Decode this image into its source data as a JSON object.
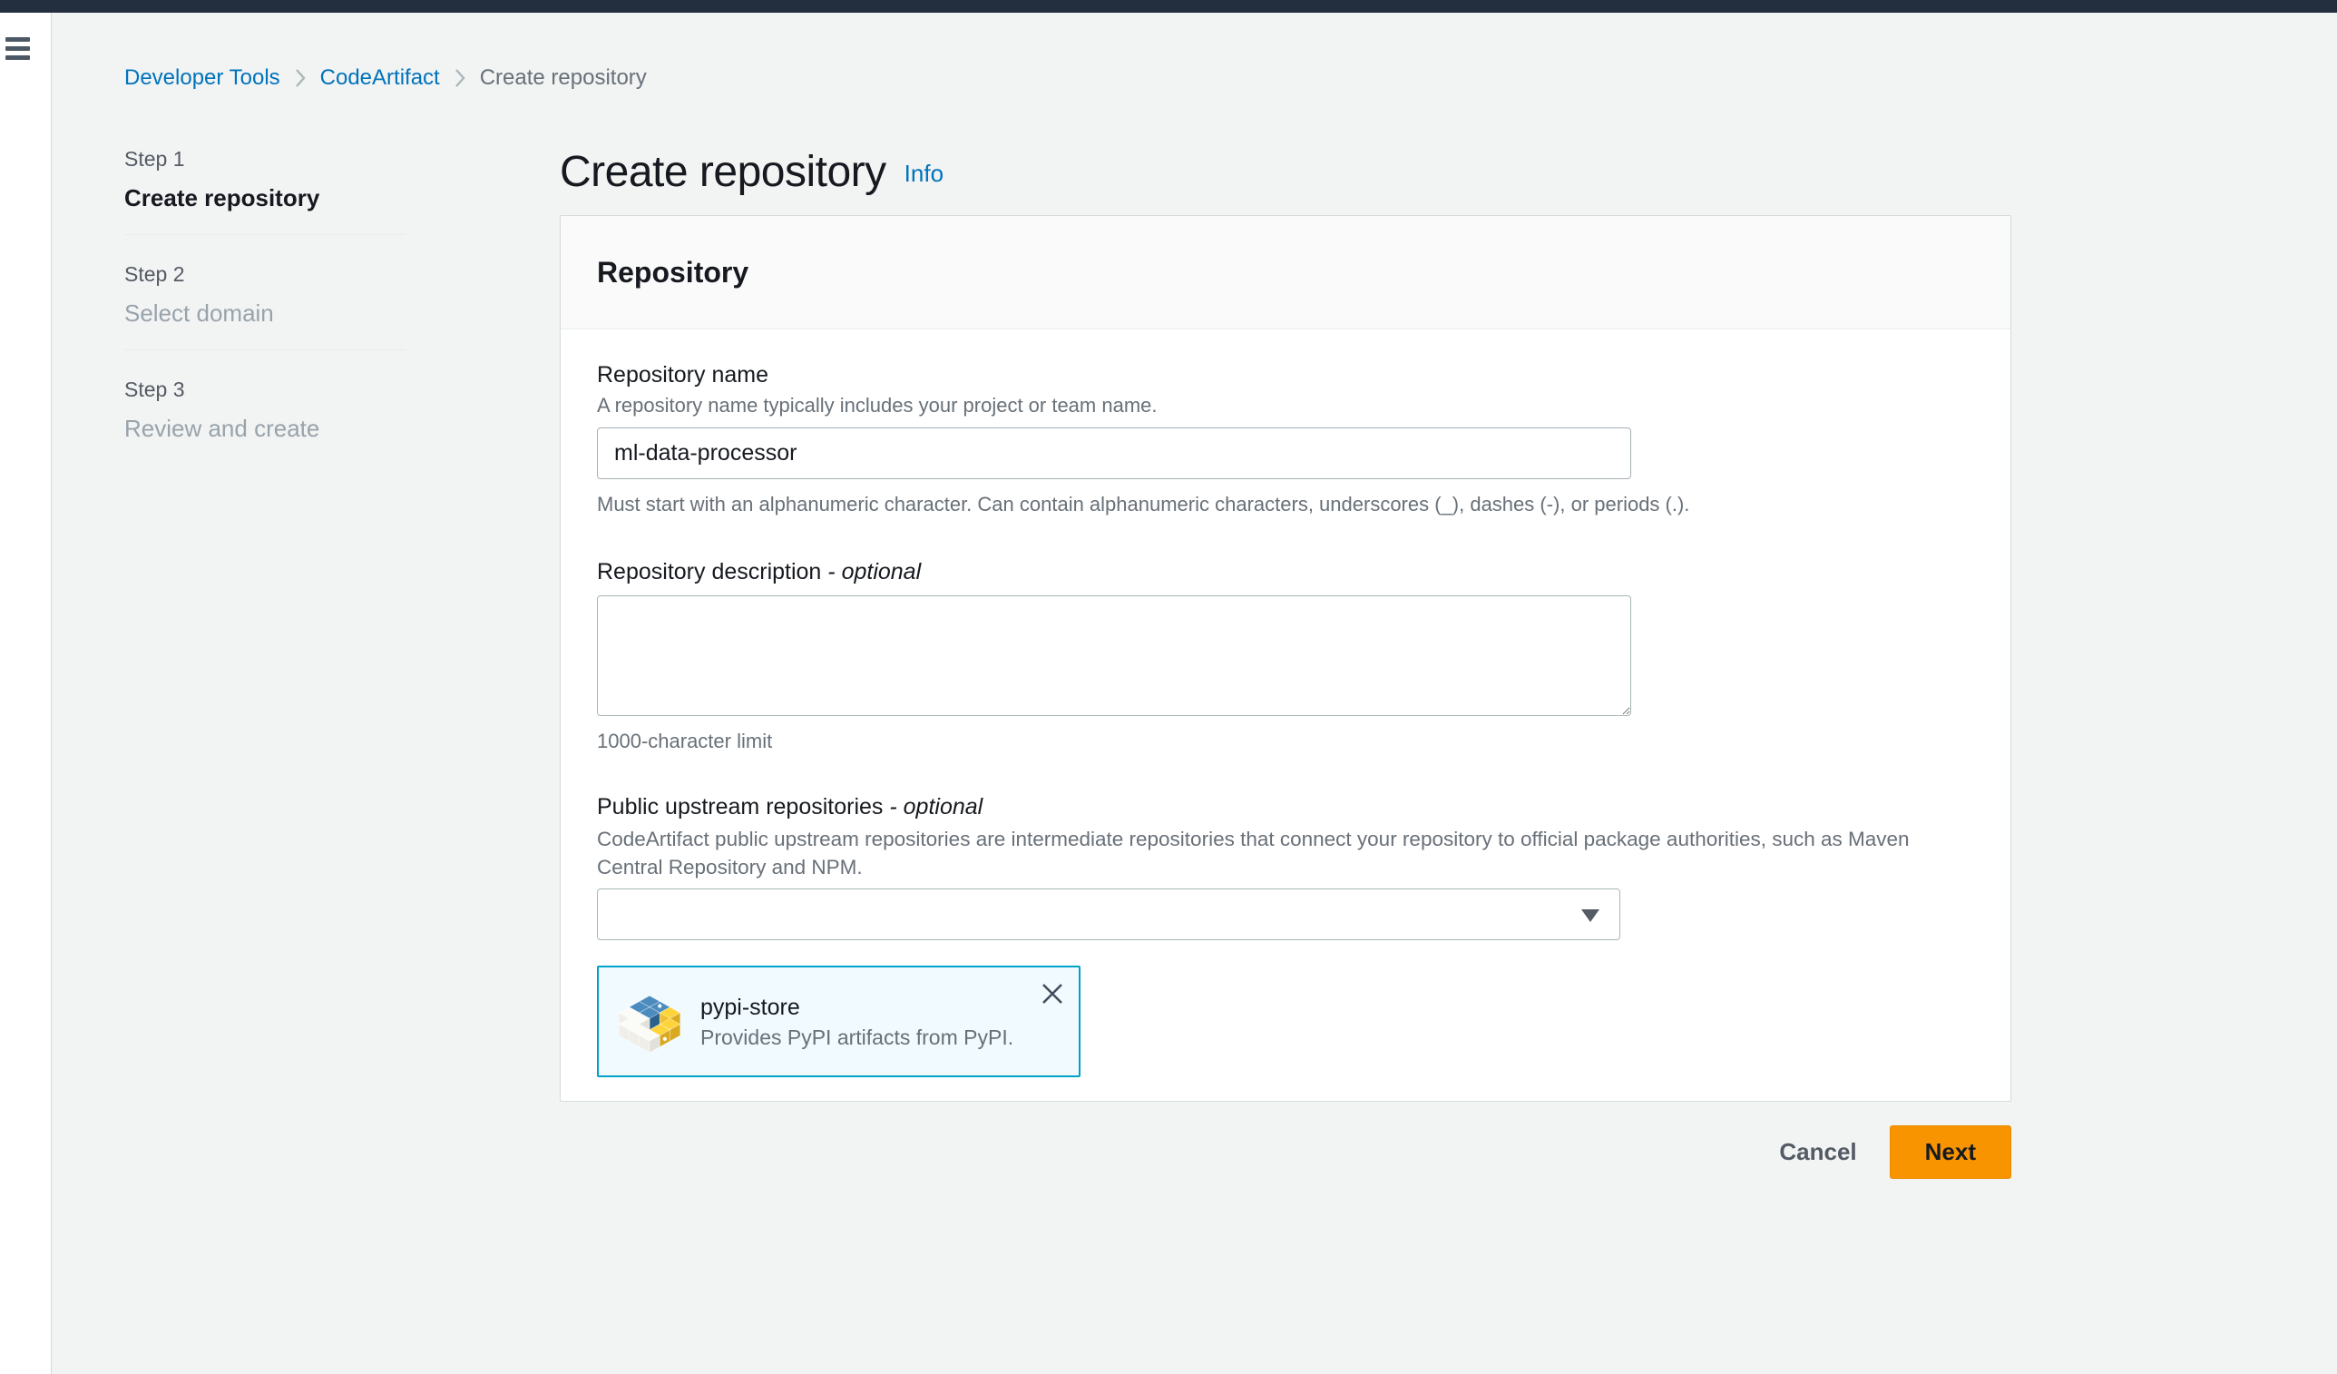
{
  "breadcrumb": {
    "items": [
      {
        "label": "Developer Tools"
      },
      {
        "label": "CodeArtifact"
      },
      {
        "label": "Create repository"
      }
    ]
  },
  "steps": [
    {
      "step": "Step 1",
      "title": "Create repository",
      "state": "active"
    },
    {
      "step": "Step 2",
      "title": "Select domain",
      "state": "inactive"
    },
    {
      "step": "Step 3",
      "title": "Review and create",
      "state": "inactive"
    }
  ],
  "page": {
    "title": "Create repository",
    "info_link": "Info"
  },
  "panel": {
    "title": "Repository",
    "name_field": {
      "label": "Repository name",
      "description": "A repository name typically includes your project or team name.",
      "value": "ml-data-processor",
      "constraint": "Must start with an alphanumeric character. Can contain alphanumeric characters, underscores (_), dashes (-), or periods (.)."
    },
    "description_field": {
      "label": "Repository description",
      "optional_suffix": "- optional",
      "value": "",
      "constraint": "1000-character limit"
    },
    "upstream_field": {
      "label": "Public upstream repositories",
      "optional_suffix": "- optional",
      "description": "CodeArtifact public upstream repositories are intermediate repositories that connect your repository to official package authorities, such as Maven Central Repository and NPM.",
      "selected_value": "",
      "selected_chip": {
        "title": "pypi-store",
        "description": "Provides PyPI artifacts from PyPI.",
        "icon": "pypi-logo"
      }
    }
  },
  "actions": {
    "cancel": "Cancel",
    "next": "Next"
  },
  "colors": {
    "topbar": "#232f3e",
    "link_blue": "#0073bb",
    "primary_button_orange": "#f79400",
    "chip_border_teal": "#00a1c9",
    "page_background": "#f2f3f3",
    "muted_text": "#687078"
  }
}
